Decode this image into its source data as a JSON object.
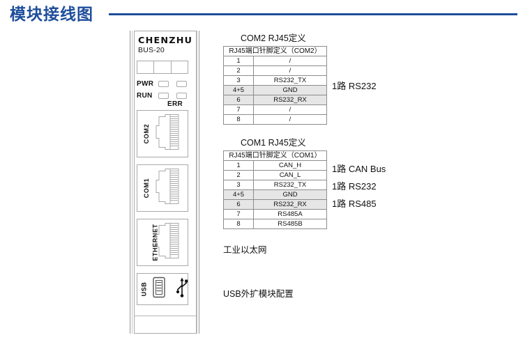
{
  "title": "模块接线图",
  "accent_color": "#1F4E9B",
  "device": {
    "brand": "CHENZHU",
    "model": "BUS-20",
    "leds": [
      {
        "label": "PWR"
      },
      {
        "label": "RUN"
      }
    ],
    "err_label": "ERR",
    "ports": [
      {
        "label": "COM2",
        "icon": "rj45-jack-icon"
      },
      {
        "label": "COM1",
        "icon": "rj45-jack-icon"
      },
      {
        "label": "ETHERNET",
        "icon": "rj45-jack-icon"
      },
      {
        "label": "USB",
        "icon": "usb-jack-icon",
        "symbol": "usb-trident-icon"
      }
    ]
  },
  "tables": [
    {
      "caption": "COM2 RJ45定义",
      "header": "RJ45端口针脚定义（COM2）",
      "rows": [
        {
          "pin": "1",
          "signal": "/",
          "shaded": false
        },
        {
          "pin": "2",
          "signal": "/",
          "shaded": false
        },
        {
          "pin": "3",
          "signal": "RS232_TX",
          "shaded": false
        },
        {
          "pin": "4+5",
          "signal": "GND",
          "shaded": true
        },
        {
          "pin": "6",
          "signal": "RS232_RX",
          "shaded": true
        },
        {
          "pin": "7",
          "signal": "/",
          "shaded": false
        },
        {
          "pin": "8",
          "signal": "/",
          "shaded": false
        }
      ]
    },
    {
      "caption": "COM1 RJ45定义",
      "header": "RJ45端口针脚定义（COM1）",
      "rows": [
        {
          "pin": "1",
          "signal": "CAN_H",
          "shaded": false
        },
        {
          "pin": "2",
          "signal": "CAN_L",
          "shaded": false
        },
        {
          "pin": "3",
          "signal": "RS232_TX",
          "shaded": false
        },
        {
          "pin": "4+5",
          "signal": "GND",
          "shaded": true
        },
        {
          "pin": "6",
          "signal": "RS232_RX",
          "shaded": true
        },
        {
          "pin": "7",
          "signal": "RS485A",
          "shaded": false
        },
        {
          "pin": "8",
          "signal": "RS485B",
          "shaded": false
        }
      ]
    }
  ],
  "annotations": {
    "com2_rs232": "1路 RS232",
    "com1_can": "1路 CAN Bus",
    "com1_rs232": "1路 RS232",
    "com1_rs485": "1路 RS485"
  },
  "notes": {
    "ethernet": "工业以太网",
    "usb": "USB外扩模块配置"
  }
}
